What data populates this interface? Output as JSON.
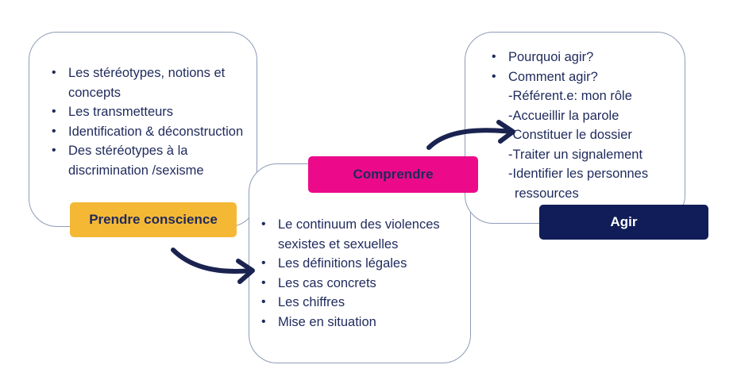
{
  "steps": {
    "prendre_conscience": {
      "label": "Prendre conscience",
      "color": "#f5b835",
      "items": [
        "Les stéréotypes, notions et concepts",
        "Les transmetteurs",
        "Identification & déconstruction",
        "Des stéréotypes à la discrimination /sexisme"
      ]
    },
    "comprendre": {
      "label": "Comprendre",
      "color": "#ec0a8b",
      "items": [
        "Le continuum des violences sexistes et sexuelles",
        "Les définitions légales",
        "Les cas concrets",
        "Les chiffres",
        "Mise en situation"
      ]
    },
    "agir": {
      "label": "Agir",
      "color": "#101d58",
      "items": [
        "Pourquoi agir?",
        "Comment agir?"
      ],
      "sub_items": [
        "-Référent.e: mon rôle",
        "-Accueillir la parole",
        "-Constituer le dossier",
        "-Traiter un signalement",
        "-Identifier les personnes",
        "ressources"
      ]
    }
  },
  "colors": {
    "text": "#1f2a5c",
    "border": "#8f9bb6",
    "arrow": "#1a2350"
  }
}
